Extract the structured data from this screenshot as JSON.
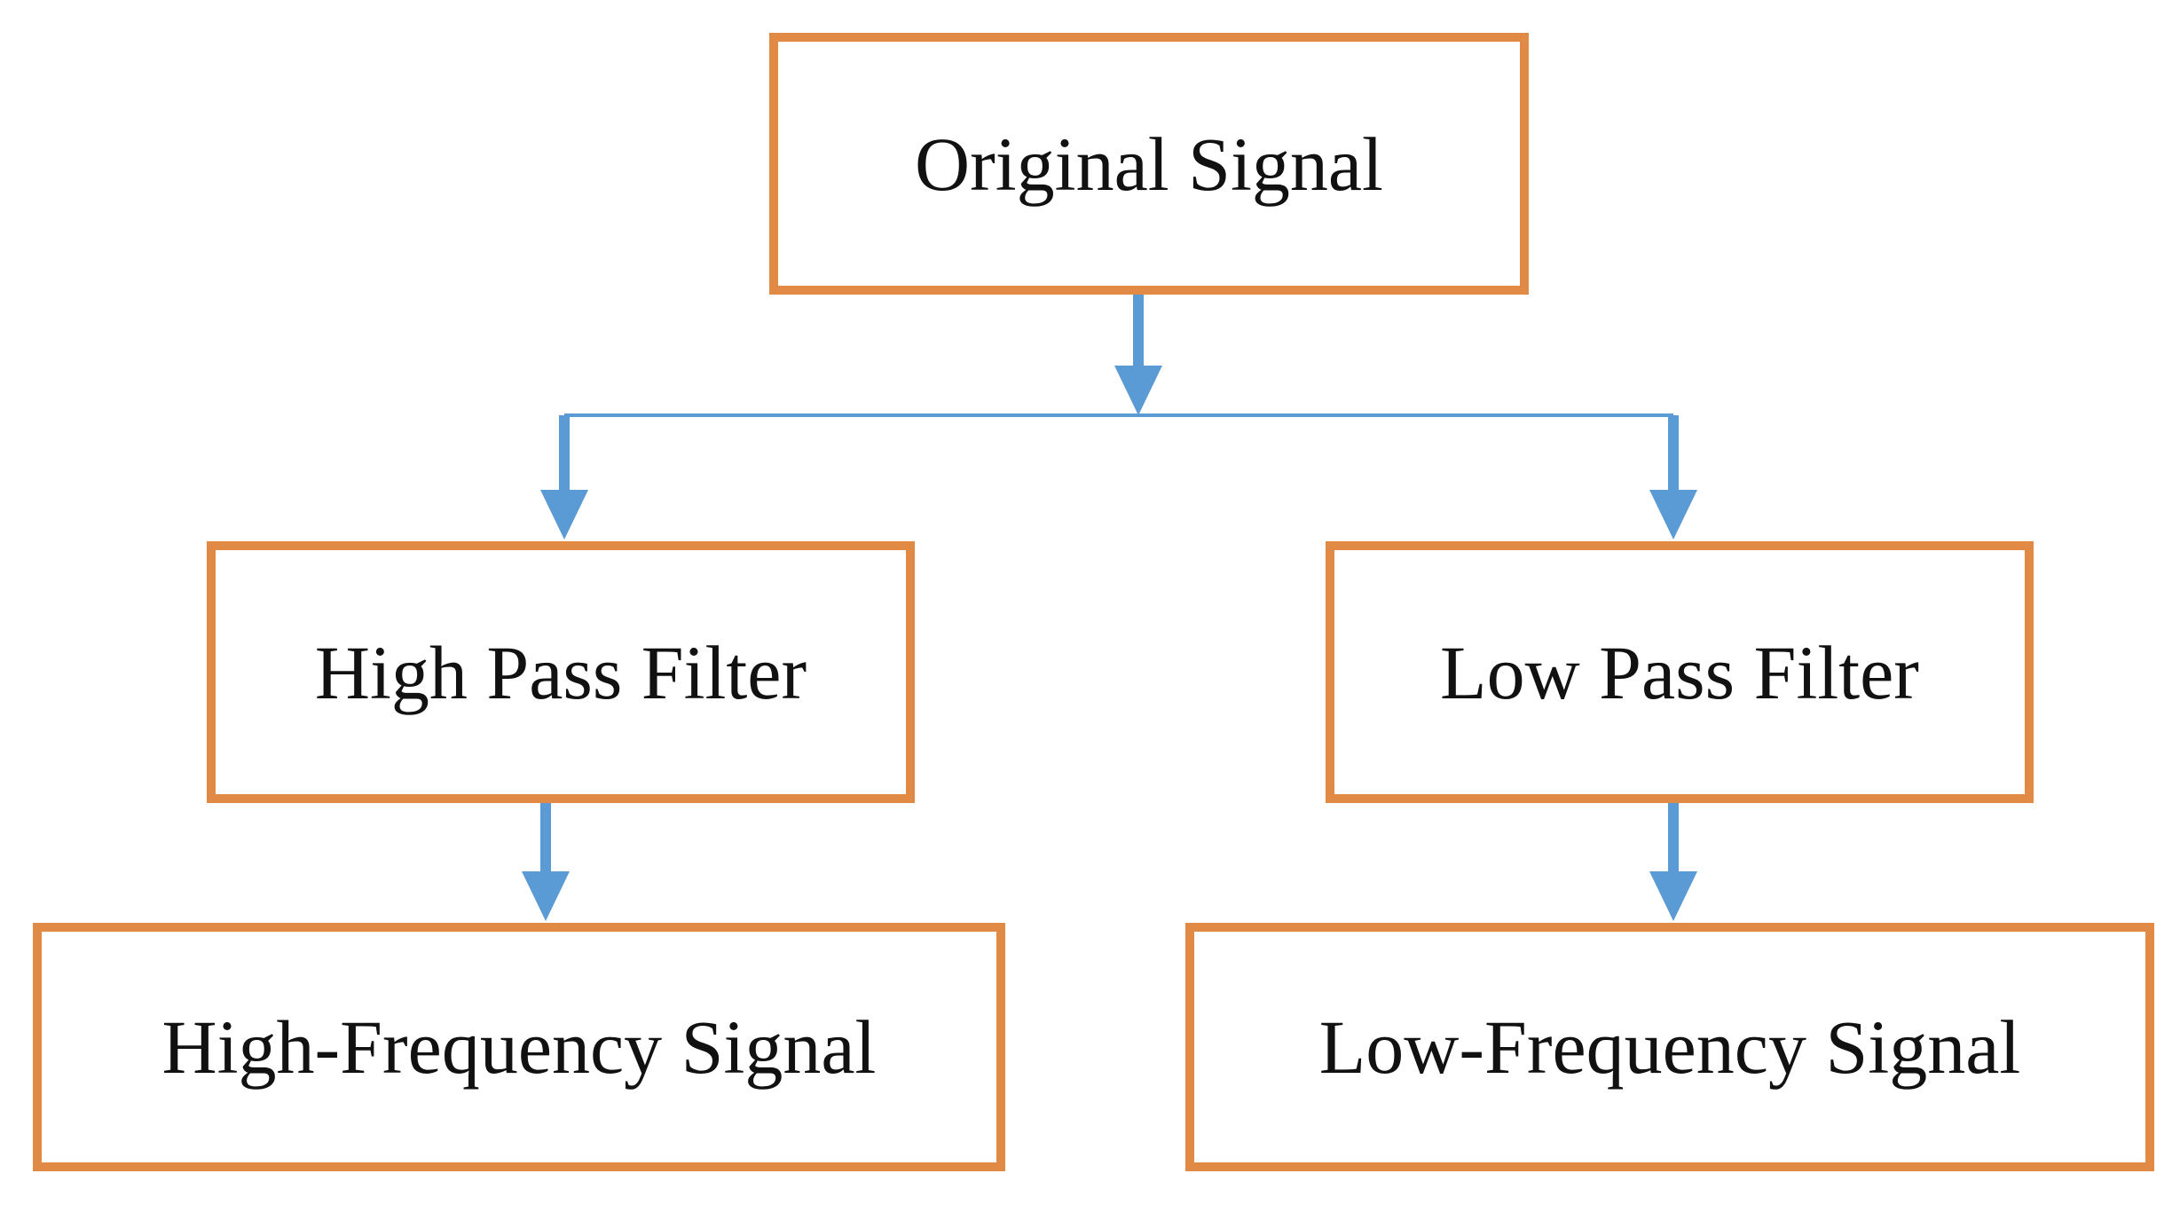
{
  "diagram": {
    "nodes": {
      "original": {
        "label": "Original Signal"
      },
      "high_pass": {
        "label": "High Pass Filter"
      },
      "low_pass": {
        "label": "Low Pass Filter"
      },
      "high_freq": {
        "label": "High-Frequency Signal"
      },
      "low_freq": {
        "label": "Low-Frequency Signal"
      }
    },
    "edges": [
      {
        "from": "original",
        "to": "high_pass"
      },
      {
        "from": "original",
        "to": "low_pass"
      },
      {
        "from": "high_pass",
        "to": "high_freq"
      },
      {
        "from": "low_pass",
        "to": "low_freq"
      }
    ],
    "colors": {
      "box_border": "#e08a46",
      "arrow": "#5b9bd5",
      "text": "#111111"
    }
  }
}
